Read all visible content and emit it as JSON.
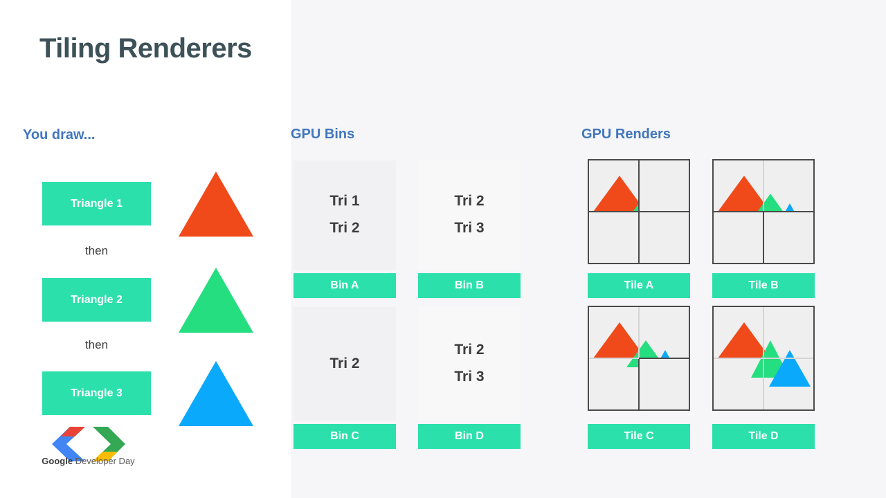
{
  "slide": {
    "title": "Tiling Renderers",
    "background_left": "#ffffff",
    "background_right": "#f6f6f8"
  },
  "colors": {
    "teal": "#2ce0ac",
    "heading_blue": "#4176bd",
    "title_slate": "#3d5158",
    "tri1_orange": "#f04a1b",
    "tri2_green": "#25de7f",
    "tri3_blue": "#0ba9fc",
    "tile_fill": "#efefef",
    "tile_border": "#4a4a4a",
    "grid_light": "#d5d5d5",
    "panel_gray": "#f1f0f3",
    "body_text": "#3c3c3c"
  },
  "columns": {
    "draw": {
      "heading": "You draw...",
      "connector": "then",
      "steps": [
        {
          "label": "Triangle 1",
          "shape": "triangle-icon",
          "color": "#f04a1b"
        },
        {
          "label": "Triangle 2",
          "shape": "triangle-icon",
          "color": "#25de7f"
        },
        {
          "label": "Triangle 3",
          "shape": "triangle-icon",
          "color": "#0ba9fc"
        }
      ]
    },
    "bins": {
      "heading": "GPU Bins",
      "items": [
        {
          "label": "Bin A",
          "contents": [
            "Tri 1",
            "Tri 2"
          ],
          "panel_shade": "gray"
        },
        {
          "label": "Bin B",
          "contents": [
            "Tri 2",
            "Tri 3"
          ],
          "panel_shade": "light"
        },
        {
          "label": "Bin C",
          "contents": [
            "Tri 2"
          ],
          "panel_shade": "gray"
        },
        {
          "label": "Bin D",
          "contents": [
            "Tri 2",
            "Tri 3"
          ],
          "panel_shade": "light"
        }
      ]
    },
    "renders": {
      "heading": "GPU Renders",
      "items": [
        {
          "label": "Tile A",
          "region": "top-left"
        },
        {
          "label": "Tile B",
          "region": "top-half"
        },
        {
          "label": "Tile C",
          "region": "top-half-plus-bottom-left"
        },
        {
          "label": "Tile D",
          "region": "full"
        }
      ]
    }
  },
  "logo": {
    "name": "google-developer-day-logo",
    "brand": "Google",
    "suffix": " Developer Day",
    "chevron_colors": [
      "#ea4335",
      "#4285f4",
      "#34a853",
      "#fbbc05"
    ]
  }
}
